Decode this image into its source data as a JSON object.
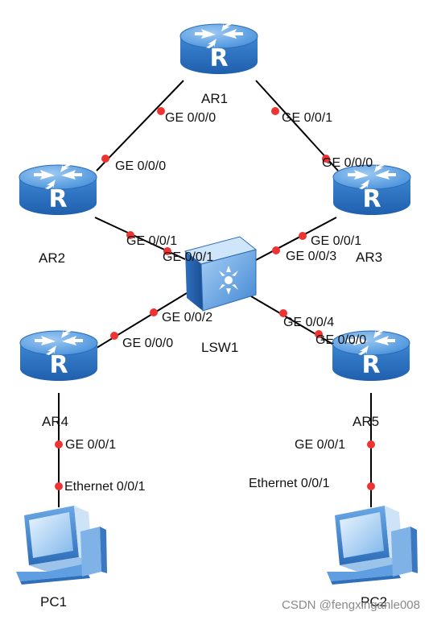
{
  "devices": {
    "ar1": "AR1",
    "ar2": "AR2",
    "ar3": "AR3",
    "ar4": "AR4",
    "ar5": "AR5",
    "lsw1": "LSW1",
    "pc1": "PC1",
    "pc2": "PC2"
  },
  "ports": {
    "ar1_g000": "GE 0/0/0",
    "ar1_g001": "GE 0/0/1",
    "ar2_g000": "GE 0/0/0",
    "ar2_g001": "GE 0/0/1",
    "ar3_g000": "GE 0/0/0",
    "ar3_g001": "GE 0/0/1",
    "lsw1_g001": "GE 0/0/1",
    "lsw1_g002": "GE 0/0/2",
    "lsw1_g003": "GE 0/0/3",
    "lsw1_g004": "GE 0/0/4",
    "ar4_g000": "GE 0/0/0",
    "ar4_g001": "GE 0/0/1",
    "ar5_g000": "GE 0/0/0",
    "ar5_g001": "GE 0/0/1",
    "pc1_eth": "Ethernet 0/0/1",
    "pc2_eth": "Ethernet 0/0/1"
  },
  "watermark": "CSDN @fengxinganle008",
  "colors": {
    "link": "#000000",
    "port_dot": "#ee3333",
    "router_top": "#5aa2e2",
    "router_side": "#2f74c4",
    "switch_face": "#5b9fe0",
    "pc_body": "#4b8fd6"
  },
  "icons": {
    "router": "router-icon",
    "switch": "switch-icon",
    "pc": "pc-icon"
  }
}
